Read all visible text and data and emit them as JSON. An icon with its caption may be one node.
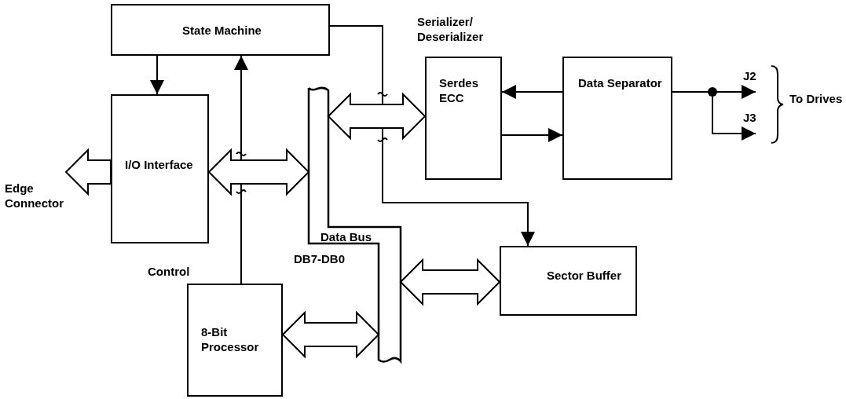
{
  "diagram": {
    "nodes": [
      {
        "text": [
          "State Machine"
        ]
      },
      {
        "text": [
          "I/O Interface"
        ]
      },
      {
        "text": [
          "Edge Connector"
        ]
      },
      {
        "text": [
          "Data Bus",
          "DB7-DB0"
        ]
      },
      {
        "text": [
          "Serializer/ Deserializer",
          "Serdes ECC"
        ]
      },
      {
        "text": [
          "Data Separator"
        ]
      },
      {
        "text": [
          "8-Bit Processor"
        ]
      },
      {
        "text": [
          "Sector Buffer"
        ]
      }
    ],
    "edges": [
      {
        "from": 0,
        "to": 1,
        "arrow": "to"
      },
      {
        "from": 6,
        "to": 0,
        "arrow": "to"
      },
      {
        "from": 0,
        "to": 7,
        "arrow": "to"
      },
      {
        "from": 1,
        "to": 2,
        "arrow": "to",
        "style": "thick"
      },
      {
        "from": 1,
        "to": 3,
        "arrow": "both",
        "style": "thick"
      },
      {
        "from": 3,
        "to": 4,
        "arrow": "both",
        "style": "thick"
      },
      {
        "from": 6,
        "to": 3,
        "arrow": "both",
        "style": "thick"
      },
      {
        "from": 3,
        "to": 7,
        "arrow": "both",
        "style": "thick"
      },
      {
        "from": 5,
        "to": 4,
        "arrow": "to"
      },
      {
        "from": 4,
        "to": 5,
        "arrow": "to"
      },
      {
        "from": 5,
        "to": null,
        "arrow": "to",
        "label": "J2"
      },
      {
        "from": 5,
        "to": null,
        "arrow": "to",
        "label": "J3"
      }
    ],
    "labels": [
      "Control",
      "To Drives"
    ]
  }
}
